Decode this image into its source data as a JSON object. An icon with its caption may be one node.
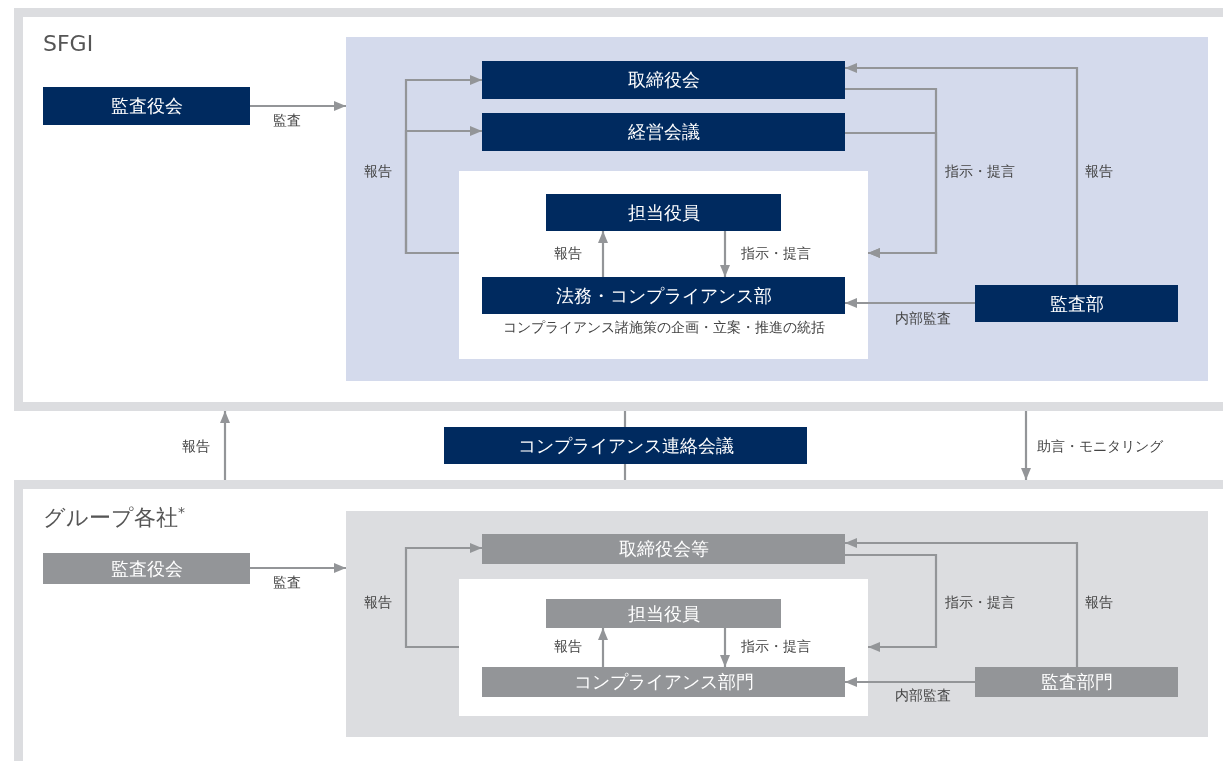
{
  "diagram": {
    "nodes": [
      {
        "text": [
          "SFGI"
        ]
      },
      {
        "text": [
          "監査役会"
        ],
        "in": 0
      },
      {
        "text": [],
        "shape": "box",
        "in": 0
      },
      {
        "text": [
          "取締役会"
        ],
        "in": 2
      },
      {
        "text": [
          "経営会議"
        ],
        "in": 2
      },
      {
        "text": [],
        "shape": "box",
        "in": 2
      },
      {
        "text": [
          "担当役員"
        ],
        "in": 5
      },
      {
        "text": [
          "法務・コンプライアンス部"
        ],
        "in": 5,
        "beside": [
          "コンプライアンス諸施策の企画・立案・推進の統括"
        ]
      },
      {
        "text": [
          "監査部"
        ],
        "in": 2
      },
      {
        "text": [
          "コンプライアンス連絡会議"
        ]
      },
      {
        "text": [
          "グループ各社$^{*}$"
        ]
      },
      {
        "text": [
          "監査役会"
        ],
        "in": 10
      },
      {
        "text": [],
        "shape": "box",
        "in": 10
      },
      {
        "text": [
          "取締役会等"
        ],
        "in": 12
      },
      {
        "text": [],
        "shape": "box",
        "in": 12
      },
      {
        "text": [
          "担当役員"
        ],
        "in": 14
      },
      {
        "text": [
          "コンプライアンス部門"
        ],
        "in": 14
      },
      {
        "text": [
          "監査部門"
        ],
        "in": 12
      }
    ],
    "edges": [
      {
        "from": 1,
        "to": 2,
        "arrow": "to",
        "label": "監査"
      },
      {
        "from": 5,
        "to": 3,
        "arrow": "to",
        "label": "報告"
      },
      {
        "from": 5,
        "to": 4,
        "arrow": "to"
      },
      {
        "from": 3,
        "to": 5,
        "arrow": "to",
        "label": "指示・提言"
      },
      {
        "from": 4,
        "to": 5,
        "arrow": "to"
      },
      {
        "from": 8,
        "to": 3,
        "arrow": "to",
        "label": "報告"
      },
      {
        "from": 8,
        "to": 7,
        "arrow": "to",
        "label": "内部監査"
      },
      {
        "from": 7,
        "to": 6,
        "arrow": "to",
        "label": "報告"
      },
      {
        "from": 6,
        "to": 7,
        "arrow": "to",
        "label": "指示・提言"
      },
      {
        "from": 10,
        "to": 0,
        "arrow": "to",
        "label": "報告"
      },
      {
        "from": 0,
        "to": 10,
        "arrow": "to",
        "label": "助言・モニタリング"
      },
      {
        "from": 0,
        "to": 9,
        "arrow": "none"
      },
      {
        "from": 9,
        "to": 10,
        "arrow": "none"
      },
      {
        "from": 11,
        "to": 12,
        "arrow": "to",
        "label": "監査"
      },
      {
        "from": 14,
        "to": 13,
        "arrow": "to",
        "label": "報告"
      },
      {
        "from": 13,
        "to": 14,
        "arrow": "to",
        "label": "指示・提言"
      },
      {
        "from": 17,
        "to": 13,
        "arrow": "to",
        "label": "報告"
      },
      {
        "from": 17,
        "to": 16,
        "arrow": "to",
        "label": "内部監査"
      },
      {
        "from": 16,
        "to": 15,
        "arrow": "to",
        "label": "報告"
      },
      {
        "from": 15,
        "to": 16,
        "arrow": "to",
        "label": "指示・提言"
      }
    ]
  }
}
